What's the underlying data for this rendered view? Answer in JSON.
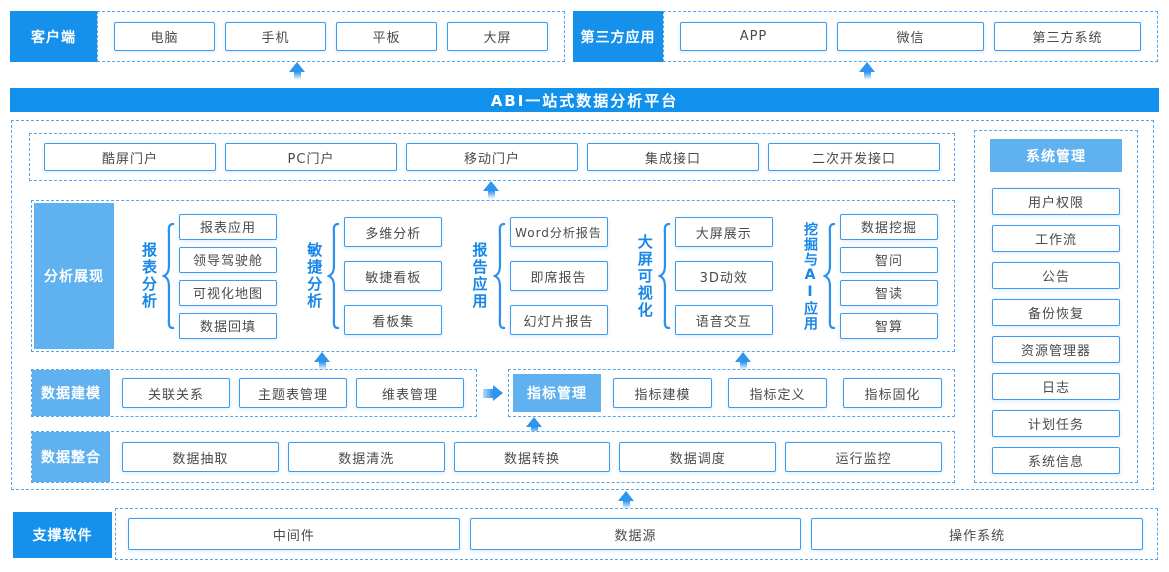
{
  "colors": {
    "primary_blue": "#1591EC",
    "light_blue": "#5FB1F0",
    "node_border_blue": "#3E9AEC",
    "dashed_border_blue": "#55A7EF",
    "arrow_blue": "#2E94EE",
    "group_label_blue": "#1787E8",
    "node_text": "#4A4A4A"
  },
  "top": {
    "client": {
      "label": "客户端",
      "items": [
        "电脑",
        "手机",
        "平板",
        "大屏"
      ]
    },
    "third_party": {
      "label": "第三方应用",
      "items": [
        "APP",
        "微信",
        "第三方系统"
      ]
    }
  },
  "banner": {
    "title": "ABI一站式数据分析平台"
  },
  "platform": {
    "portals": [
      "酷屏门户",
      "PC门户",
      "移动门户",
      "集成接口",
      "二次开发接口"
    ],
    "analysis": {
      "label": "分析展现",
      "groups": [
        {
          "name": "报表分析",
          "items": [
            "报表应用",
            "领导驾驶舱",
            "可视化地图",
            "数据回填"
          ]
        },
        {
          "name": "敏捷分析",
          "items": [
            "多维分析",
            "敏捷看板",
            "看板集"
          ]
        },
        {
          "name": "报告应用",
          "items": [
            "Word分析报告",
            "即席报告",
            "幻灯片报告"
          ]
        },
        {
          "name": "大屏可视化",
          "items": [
            "大屏展示",
            "3D动效",
            "语音交互"
          ]
        },
        {
          "name": "挖掘与AI应用",
          "items": [
            "数据挖掘",
            "智问",
            "智读",
            "智算"
          ]
        }
      ]
    },
    "modeling": {
      "label": "数据建模",
      "items": [
        "关联关系",
        "主题表管理",
        "维表管理"
      ],
      "indicator": {
        "label": "指标管理",
        "items": [
          "指标建模",
          "指标定义",
          "指标固化"
        ]
      }
    },
    "integration": {
      "label": "数据整合",
      "items": [
        "数据抽取",
        "数据清洗",
        "数据转换",
        "数据调度",
        "运行监控"
      ]
    }
  },
  "system": {
    "label": "系统管理",
    "items": [
      "用户权限",
      "工作流",
      "公告",
      "备份恢复",
      "资源管理器",
      "日志",
      "计划任务",
      "系统信息"
    ]
  },
  "support": {
    "label": "支撑软件",
    "items": [
      "中间件",
      "数据源",
      "操作系统"
    ]
  }
}
